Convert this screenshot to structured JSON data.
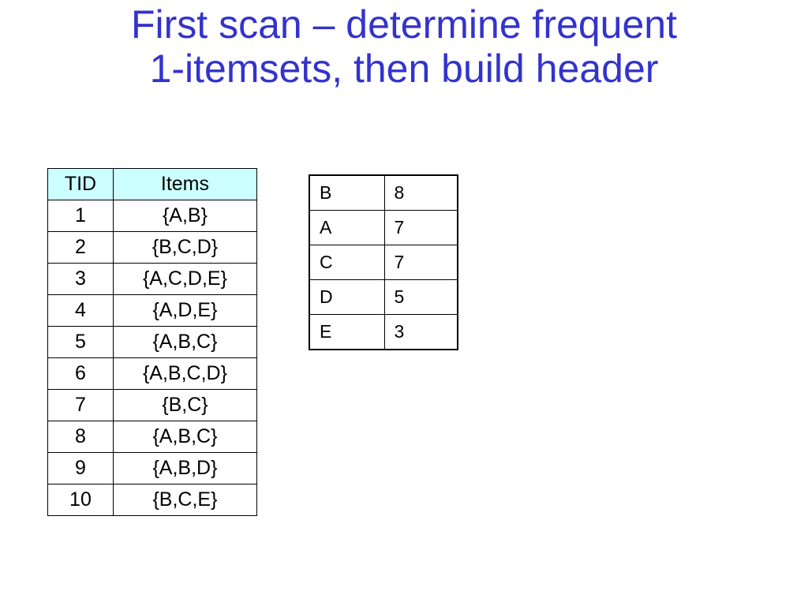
{
  "title": {
    "line1": "First scan – determine frequent",
    "line2": "1-itemsets, then build header"
  },
  "transactions": {
    "headers": [
      "TID",
      "Items"
    ],
    "rows": [
      [
        "1",
        "{A,B}"
      ],
      [
        "2",
        "{B,C,D}"
      ],
      [
        "3",
        "{A,C,D,E}"
      ],
      [
        "4",
        "{A,D,E}"
      ],
      [
        "5",
        "{A,B,C}"
      ],
      [
        "6",
        "{A,B,C,D}"
      ],
      [
        "7",
        "{B,C}"
      ],
      [
        "8",
        "{A,B,C}"
      ],
      [
        "9",
        "{A,B,D}"
      ],
      [
        "10",
        "{B,C,E}"
      ]
    ]
  },
  "header_table": {
    "rows": [
      [
        "B",
        "8"
      ],
      [
        "A",
        "7"
      ],
      [
        "C",
        "7"
      ],
      [
        "D",
        "5"
      ],
      [
        "E",
        "3"
      ]
    ]
  },
  "colors": {
    "title": "#3333cc",
    "header_fill": "#ccffff"
  }
}
